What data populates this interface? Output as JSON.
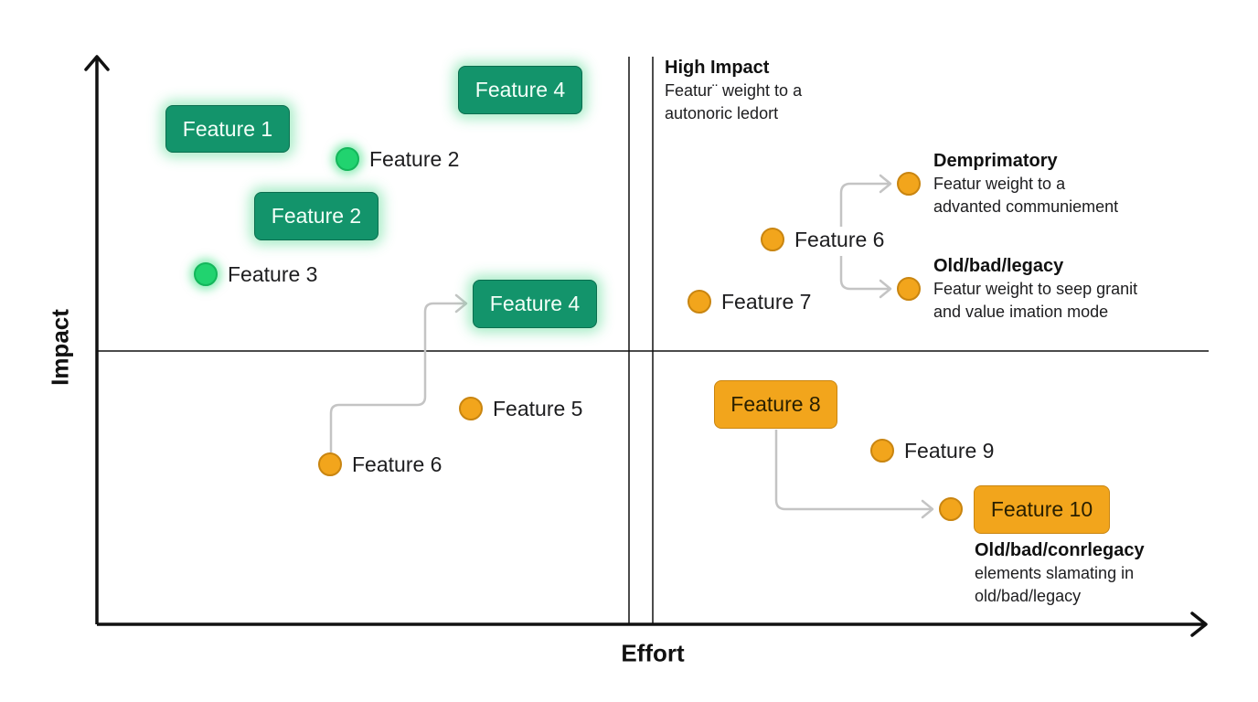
{
  "axes": {
    "x_label": "Effort",
    "y_label": "Impact"
  },
  "chips": {
    "feature1": "Feature 1",
    "feature2": "Feature 2",
    "feature4_top": "Feature 4",
    "feature4_mid": "Feature 4",
    "feature8": "Feature 8",
    "feature10": "Feature 10"
  },
  "points": {
    "feature2": "Feature 2",
    "feature3": "Feature 3",
    "feature5": "Feature 5",
    "feature6_low": "Feature 6",
    "feature6_high": "Feature 6",
    "feature7": "Feature 7",
    "feature9": "Feature 9"
  },
  "notes": {
    "high_impact": {
      "title": "High Impact",
      "lines": [
        "Featur¨ weight to a",
        "autonoric ledort"
      ]
    },
    "demprimatory": {
      "title": "Demprimatory",
      "lines": [
        "Featur  weight to a",
        "advanted communiement"
      ]
    },
    "legacy": {
      "title": "Old/bad/legacy",
      "lines": [
        "Featur  weight to seep granit",
        "and value imation mode"
      ]
    },
    "conrlegacy": {
      "title": "Old/bad/conrlegacy",
      "lines": [
        "elements slamating in",
        "old/bad/legacy"
      ]
    }
  },
  "colors": {
    "green_chip": "#13946b",
    "green_dot": "#21d36f",
    "orange": "#f2a51c",
    "connector": "#c4c4c4",
    "axis": "#111111"
  }
}
